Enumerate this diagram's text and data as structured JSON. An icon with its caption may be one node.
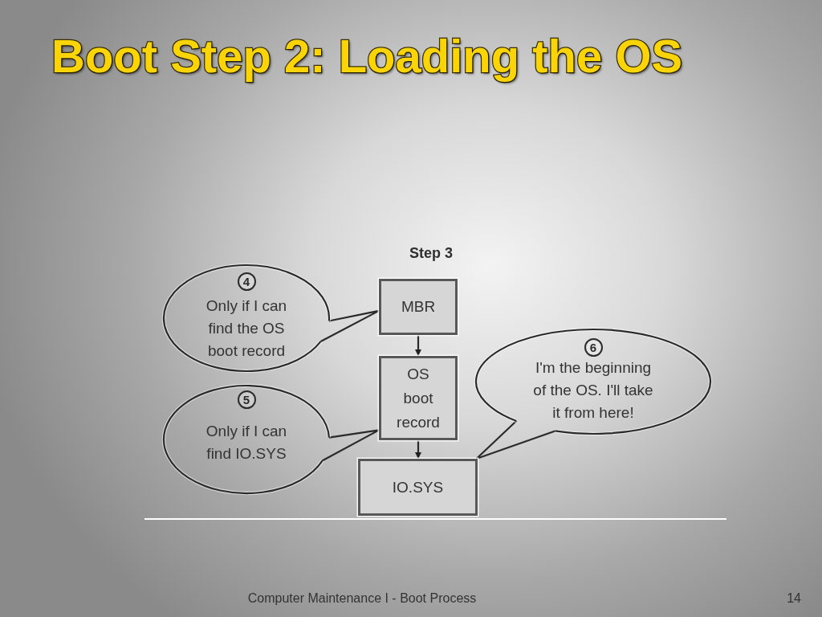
{
  "diagram": {
    "title": "Boot Step 2: Loading the OS",
    "nodes": [
      {
        "text": [
          "MBR"
        ]
      },
      {
        "text": [
          "OS boot record"
        ]
      },
      {
        "text": [
          "IO.SYS"
        ]
      },
      {
        "text": [
          "4",
          "Only if I can find the OS boot record"
        ]
      },
      {
        "text": [
          "5",
          "Only if I can find IO.SYS"
        ]
      },
      {
        "text": [
          "6",
          "I'm the beginning of the OS. I'll take it from here!"
        ]
      }
    ],
    "edges": [
      {
        "from": 0,
        "to": 1,
        "arrow": "to"
      },
      {
        "from": 1,
        "to": 2,
        "arrow": "to"
      },
      {
        "from": 3,
        "to": 0,
        "arrow": "none"
      },
      {
        "from": 4,
        "to": 1,
        "arrow": "none"
      },
      {
        "from": 5,
        "to": 2,
        "arrow": "none"
      }
    ],
    "labels": [
      "Step 3",
      "Computer Maintenance I - Boot Process",
      "14"
    ]
  }
}
